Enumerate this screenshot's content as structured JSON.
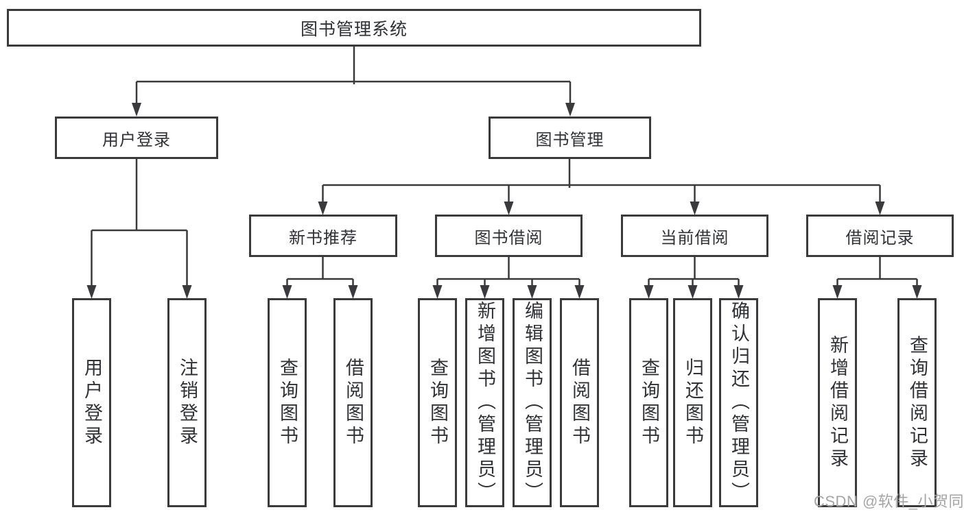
{
  "diagram_type": "tree-diagram",
  "tree": {
    "root": "图书管理系统",
    "branches": [
      {
        "label": "用户登录",
        "leaves": [
          "用户登录",
          "注销登录"
        ]
      },
      {
        "label": "图书管理",
        "sections": [
          {
            "label": "新书推荐",
            "leaves": [
              "查询图书",
              "借阅图书"
            ]
          },
          {
            "label": "图书借阅",
            "leaves": [
              "查询图书",
              "新增图书（管理员）",
              "编辑图书（管理员）",
              "借阅图书"
            ]
          },
          {
            "label": "当前借阅",
            "leaves": [
              "查询图书",
              "归还图书",
              "确认归还（管理员）"
            ]
          },
          {
            "label": "借阅记录",
            "leaves": [
              "新增借阅记录",
              "查询借阅记录"
            ]
          }
        ]
      }
    ]
  },
  "watermark": {
    "text": "CSDN @软件_小贺同学"
  },
  "colors": {
    "line": "#3a3a3d",
    "text": "#2f3135",
    "watermark": "#a5a5a5",
    "background": "#ffffff"
  }
}
